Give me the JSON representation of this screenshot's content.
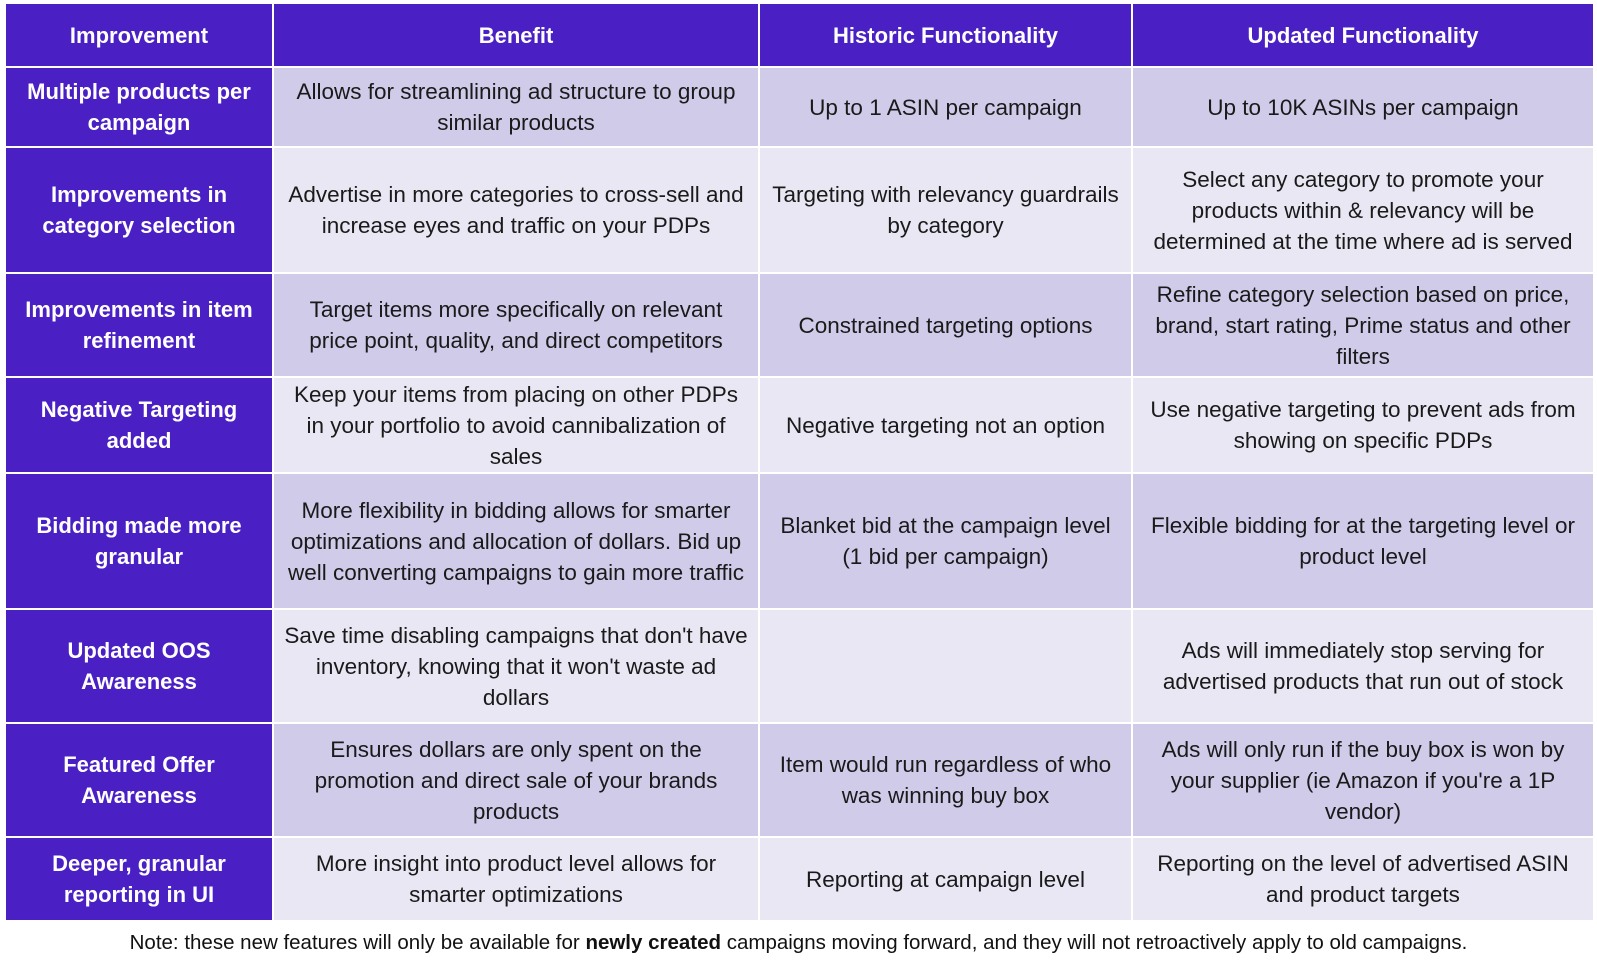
{
  "table": {
    "headers": [
      "Improvement",
      "Benefit",
      "Historic Functionality",
      "Updated Functionality"
    ],
    "rows": [
      {
        "improvement": "Multiple products per campaign",
        "benefit": "Allows for streamlining ad structure to group similar products",
        "historic": "Up to 1 ASIN per campaign",
        "updated": "Up to 10K ASINs per campaign"
      },
      {
        "improvement": "Improvements in category selection",
        "benefit": "Advertise in more categories to cross-sell and increase eyes and traffic on your PDPs",
        "historic": "Targeting with relevancy guardrails by category",
        "updated": "Select any category to promote your products within & relevancy will be determined at the time where ad is served"
      },
      {
        "improvement": "Improvements in item refinement",
        "benefit": "Target items more specifically on relevant price point, quality, and direct competitors",
        "historic": "Constrained targeting options",
        "updated": "Refine category selection based on price, brand, start rating, Prime status and other filters"
      },
      {
        "improvement": "Negative Targeting added",
        "benefit": "Keep your items from placing on other PDPs in your portfolio to avoid cannibalization of sales",
        "historic": "Negative targeting not an option",
        "updated": "Use negative targeting to prevent ads from showing on specific PDPs"
      },
      {
        "improvement": "Bidding made more granular",
        "benefit": "More flexibility in bidding allows for smarter optimizations and allocation of dollars. Bid up well converting campaigns to gain more traffic",
        "historic": "Blanket bid at the campaign level (1 bid per campaign)",
        "updated": "Flexible bidding for at the targeting level or product level"
      },
      {
        "improvement": "Updated OOS Awareness",
        "benefit": "Save time disabling campaigns that don't have inventory, knowing that it won't waste ad dollars",
        "historic": "",
        "updated": "Ads will immediately stop serving for advertised products that run out of stock"
      },
      {
        "improvement": "Featured Offer Awareness",
        "benefit": "Ensures dollars are only spent on the promotion and direct sale of your brands products",
        "historic": "Item would run regardless of who was winning buy box",
        "updated": "Ads will only run if the buy box is won by your supplier (ie Amazon if you're a 1P vendor)"
      },
      {
        "improvement": "Deeper, granular reporting in UI",
        "benefit": "More insight into product level allows for smarter optimizations",
        "historic": "Reporting at campaign level",
        "updated": "Reporting on the level of advertised ASIN and product targets"
      }
    ]
  },
  "note": {
    "prefix": "Note: these new features will only be available for ",
    "bold": "newly created",
    "suffix": " campaigns moving forward, and they will not retroactively apply to old campaigns."
  },
  "colors": {
    "header_bg": "#4a20c4",
    "row_band_dark": "#cfcbe9",
    "row_band_light": "#e9e7f4"
  }
}
